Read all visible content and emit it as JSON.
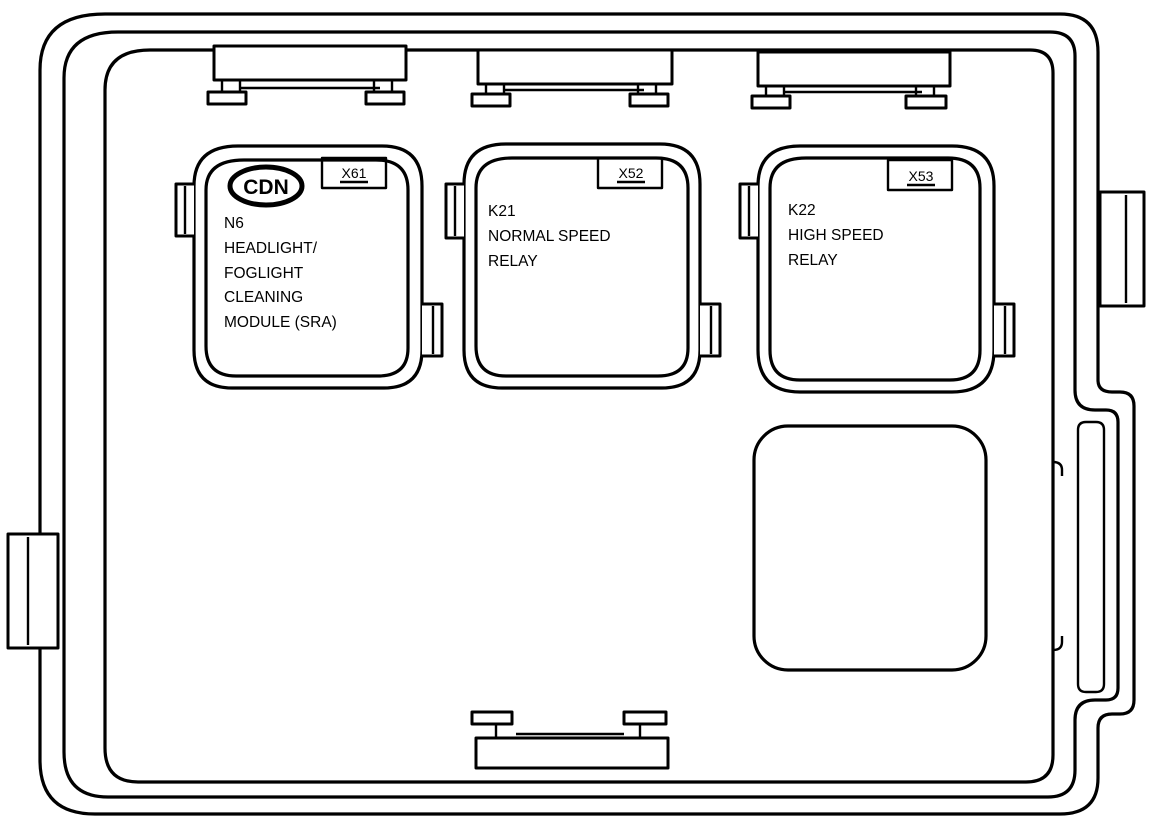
{
  "logo": {
    "text": "CDN"
  },
  "relays": [
    {
      "tag": "X61",
      "lines": [
        "N6",
        "HEADLIGHT/",
        "FOGLIGHT",
        "CLEANING",
        "MODULE (SRA)"
      ]
    },
    {
      "tag": "X52",
      "lines": [
        "K21",
        "NORMAL SPEED",
        "RELAY"
      ]
    },
    {
      "tag": "X53",
      "lines": [
        "K22",
        "HIGH SPEED",
        "RELAY"
      ]
    }
  ],
  "colors": {
    "stroke": "#000000",
    "background": "#ffffff"
  }
}
